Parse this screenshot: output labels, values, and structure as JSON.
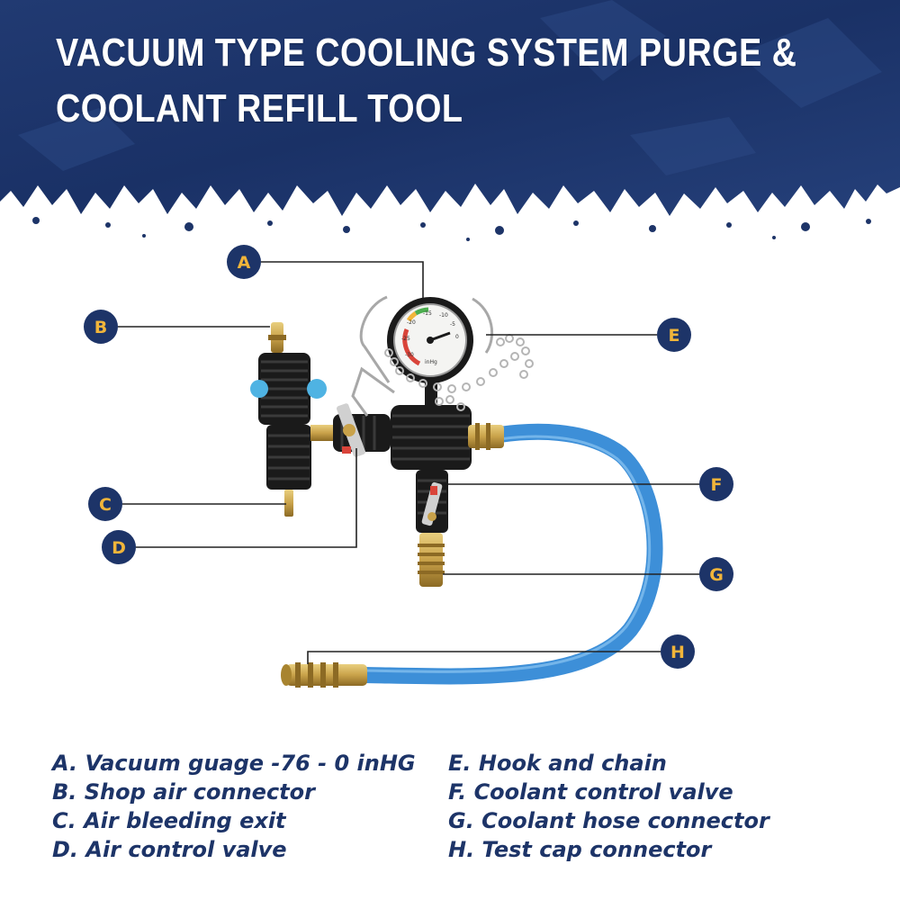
{
  "title": {
    "line1": "VACUUM TYPE COOLING SYSTEM PURGE &",
    "line2": "COOLANT REFILL TOOL"
  },
  "callouts": [
    {
      "letter": "A",
      "text": "Vacuum guage -76 - 0 inHG"
    },
    {
      "letter": "B",
      "text": "Shop air connector"
    },
    {
      "letter": "C",
      "text": "Air bleeding exit"
    },
    {
      "letter": "D",
      "text": "Air control valve"
    },
    {
      "letter": "E",
      "text": "Hook and chain"
    },
    {
      "letter": "F",
      "text": "Coolant control valve"
    },
    {
      "letter": "G",
      "text": "Coolant hose connector"
    },
    {
      "letter": "H",
      "text": "Test cap connector"
    }
  ],
  "legend": {
    "A": "A. Vacuum guage -76 - 0 inHG",
    "B": "B. Shop air connector",
    "C": "C. Air bleeding exit",
    "D": "D. Air control valve",
    "E": "E. Hook and chain",
    "F": "F. Coolant control valve",
    "G": "G. Coolant hose connector",
    "H": "H. Test cap connector"
  },
  "gauge": {
    "scale_labels": [
      "-15",
      "-10",
      "-5",
      "0",
      "-20",
      "-25",
      "-30"
    ],
    "unit": "inHg"
  },
  "colors": {
    "banner": "#1d3468",
    "badge_fill": "#1d3468",
    "badge_letter": "#f1b53a",
    "legend_text": "#1d3468",
    "hose": "#3d8fd8",
    "brass": "#c9a24a",
    "body": "#1a1a1a"
  },
  "icons": {
    "banner_texture": "grunge-paint-edge",
    "product": "coolant-refill-tool-photo"
  }
}
